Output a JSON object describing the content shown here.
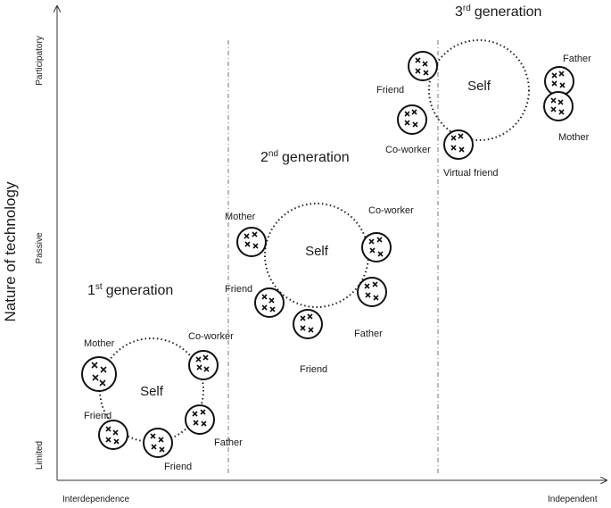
{
  "axes": {
    "y_title": "Nature of technology",
    "y_ticks": {
      "bottom": "Limited",
      "middle": "Passive",
      "top": "Participatory"
    },
    "x_ticks": {
      "left": "Interdependence",
      "right": "Independent"
    }
  },
  "generations": [
    {
      "ordinal_num": "1",
      "ordinal_suffix": "st",
      "title": "generation",
      "self_label": "Self",
      "members": [
        {
          "label": "Mother"
        },
        {
          "label": "Co-worker"
        },
        {
          "label": "Friend"
        },
        {
          "label": "Friend"
        },
        {
          "label": "Father"
        }
      ]
    },
    {
      "ordinal_num": "2",
      "ordinal_suffix": "nd",
      "title": "generation",
      "self_label": "Self",
      "members": [
        {
          "label": "Mother"
        },
        {
          "label": "Co-worker"
        },
        {
          "label": "Friend"
        },
        {
          "label": "Friend"
        },
        {
          "label": "Father"
        }
      ]
    },
    {
      "ordinal_num": "3",
      "ordinal_suffix": "rd",
      "title": "generation",
      "self_label": "Self",
      "members": [
        {
          "label": "Friend"
        },
        {
          "label": "Co-worker"
        },
        {
          "label": "Virtual friend"
        },
        {
          "label": "Father"
        },
        {
          "label": "Mother"
        }
      ]
    }
  ]
}
